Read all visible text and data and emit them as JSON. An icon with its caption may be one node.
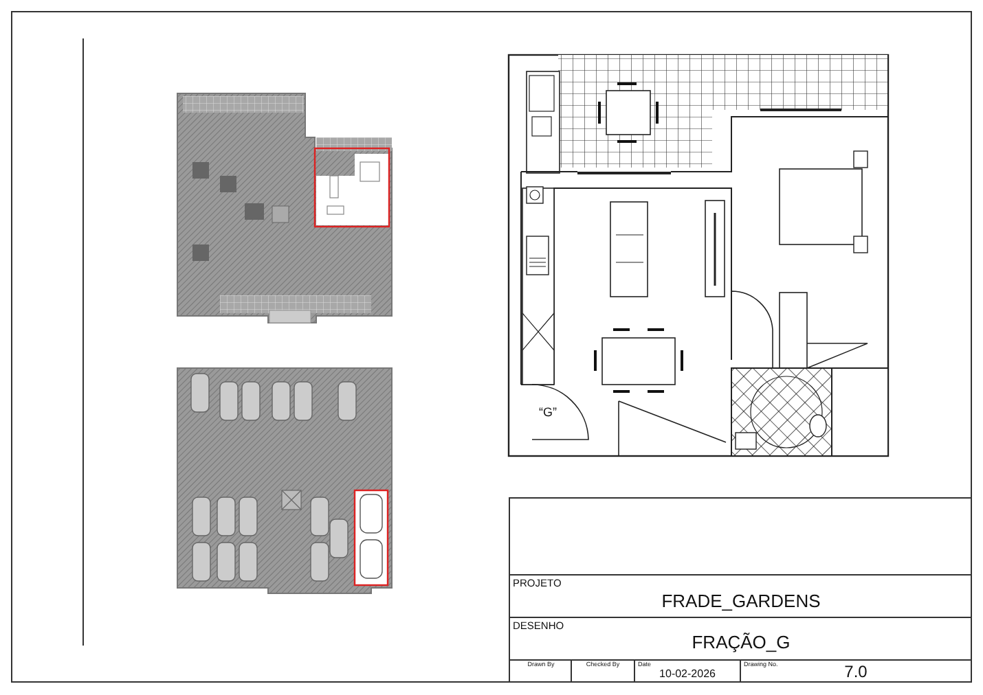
{
  "diagram": {
    "labels": [
      "“G”",
      "PROJETO",
      "FRADE_GARDENS",
      "DESENHO",
      "FRAÇÃO_G",
      "Drawn By",
      "Checked By",
      "Date",
      "10-02-2026",
      "Drawing No.",
      "7.0"
    ]
  }
}
